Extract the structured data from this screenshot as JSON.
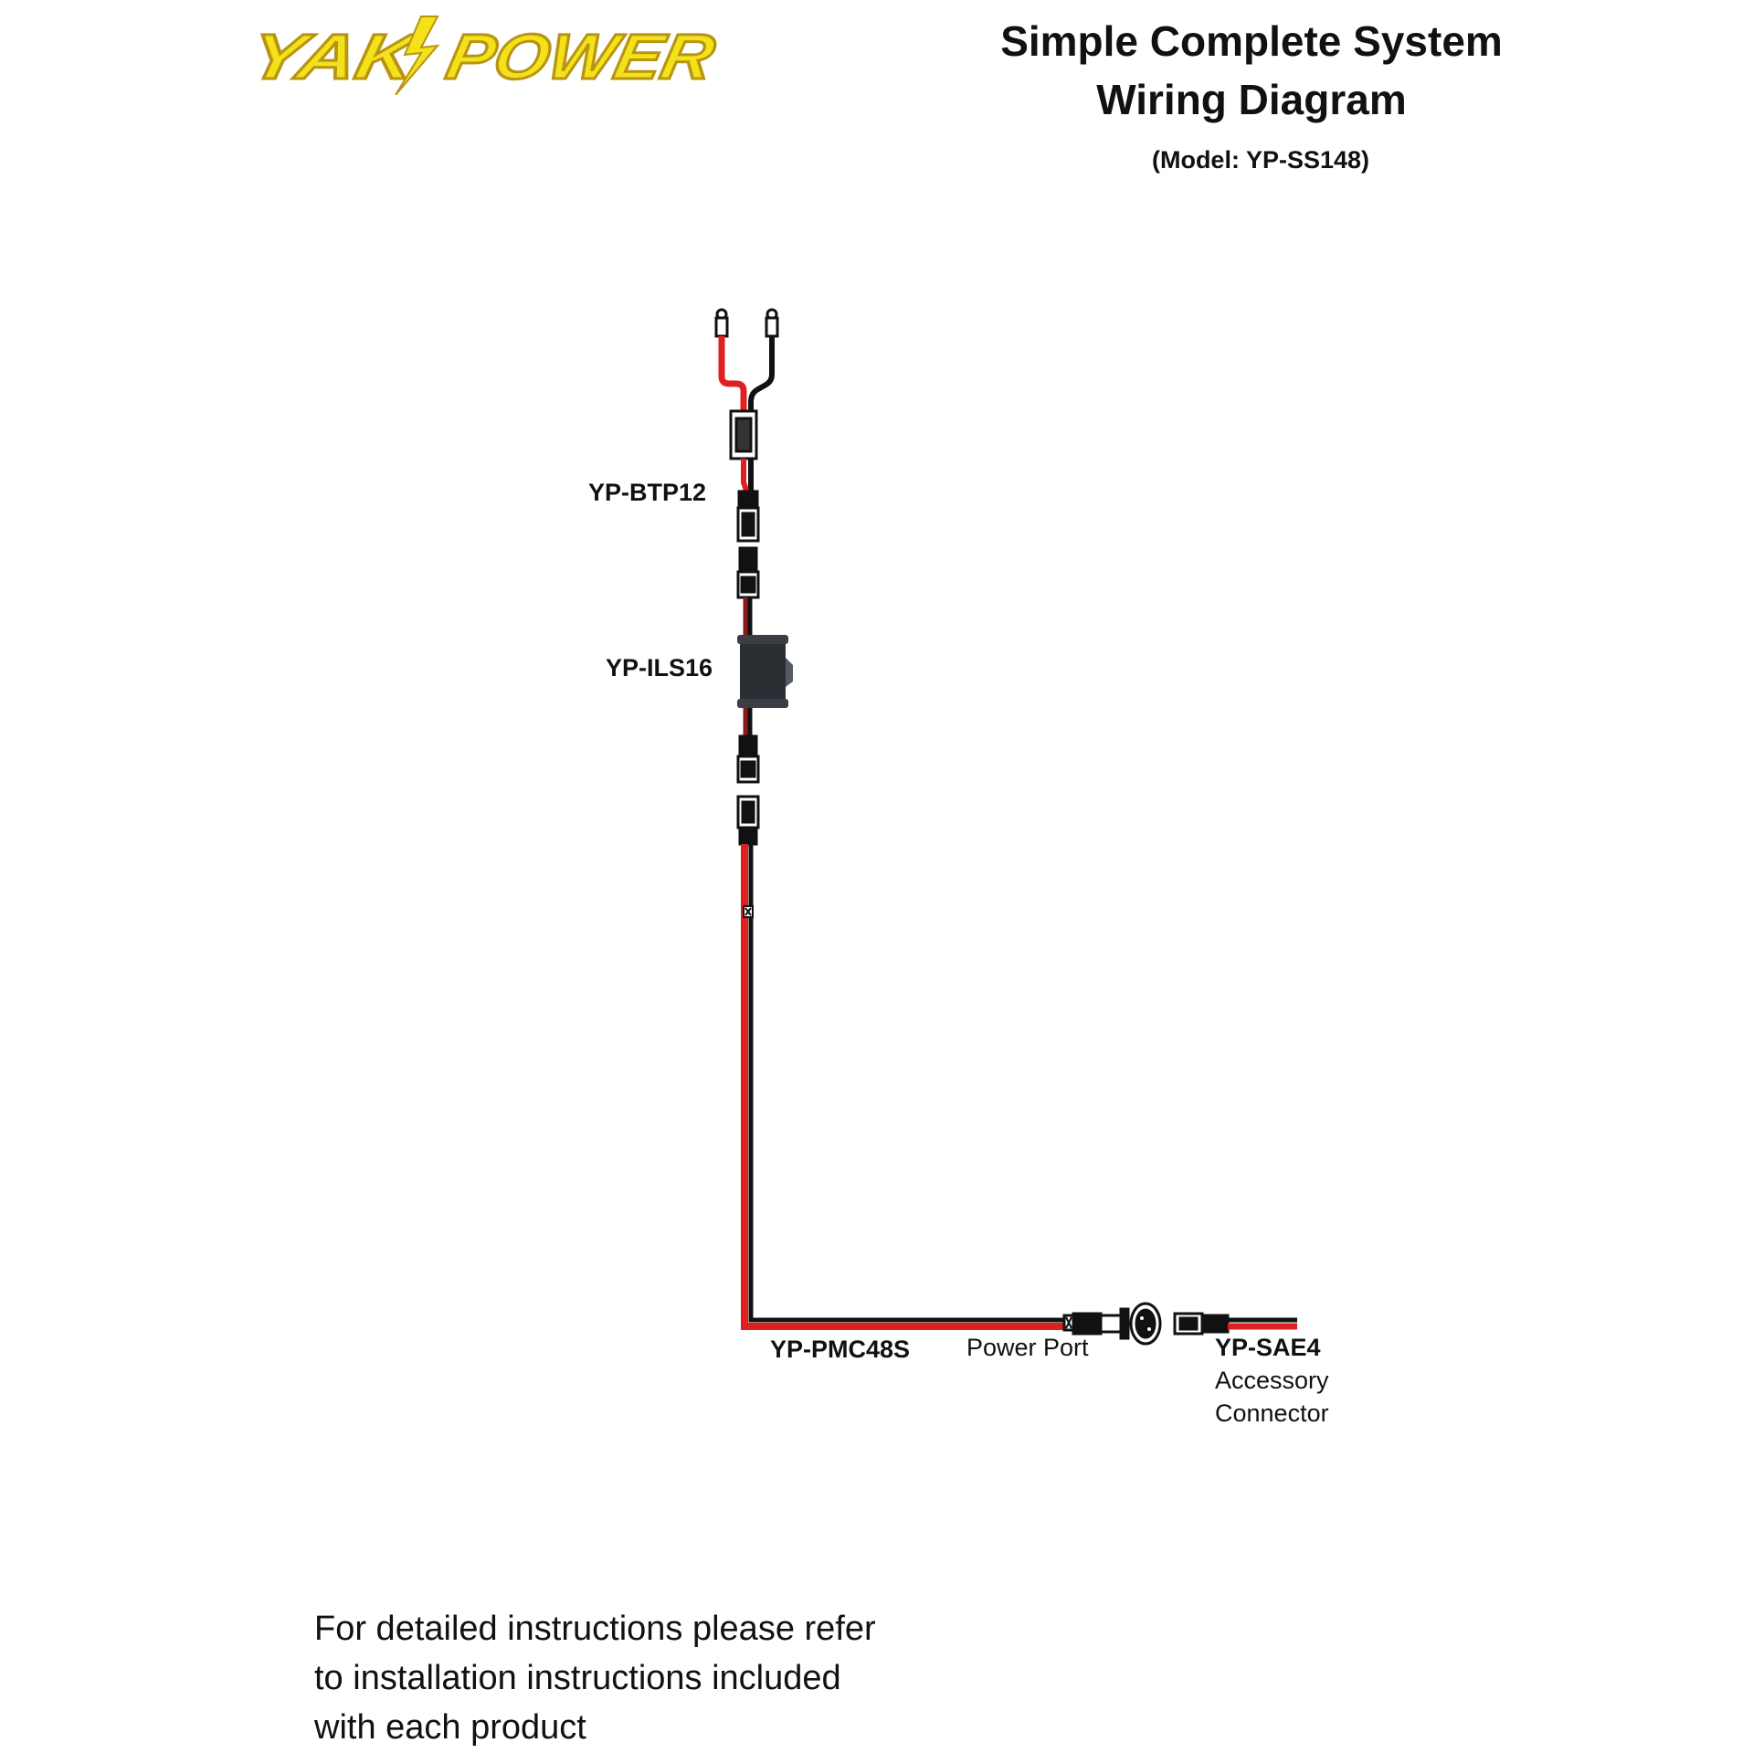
{
  "brand": {
    "logo_text": "YAK⚡POWER",
    "color_fill": "#f3e21a",
    "color_outline": "#b89412"
  },
  "header": {
    "title_line1": "Simple Complete System",
    "title_line2": "Wiring Diagram",
    "model": "(Model: YP-SS148)"
  },
  "components": {
    "btp12": "YP-BTP12",
    "ils16": "YP-ILS16",
    "pmc48s": "YP-PMC48S",
    "power_port": "Power Port",
    "sae4": "YP-SAE4",
    "sae4_line2": "Accessory",
    "sae4_line3": "Connector"
  },
  "wire_colors": {
    "positive": "#e02020",
    "negative": "#111111"
  },
  "footer": {
    "line1": "For detailed instructions please refer",
    "line2": "to installation instructions included",
    "line3": "with each product"
  }
}
